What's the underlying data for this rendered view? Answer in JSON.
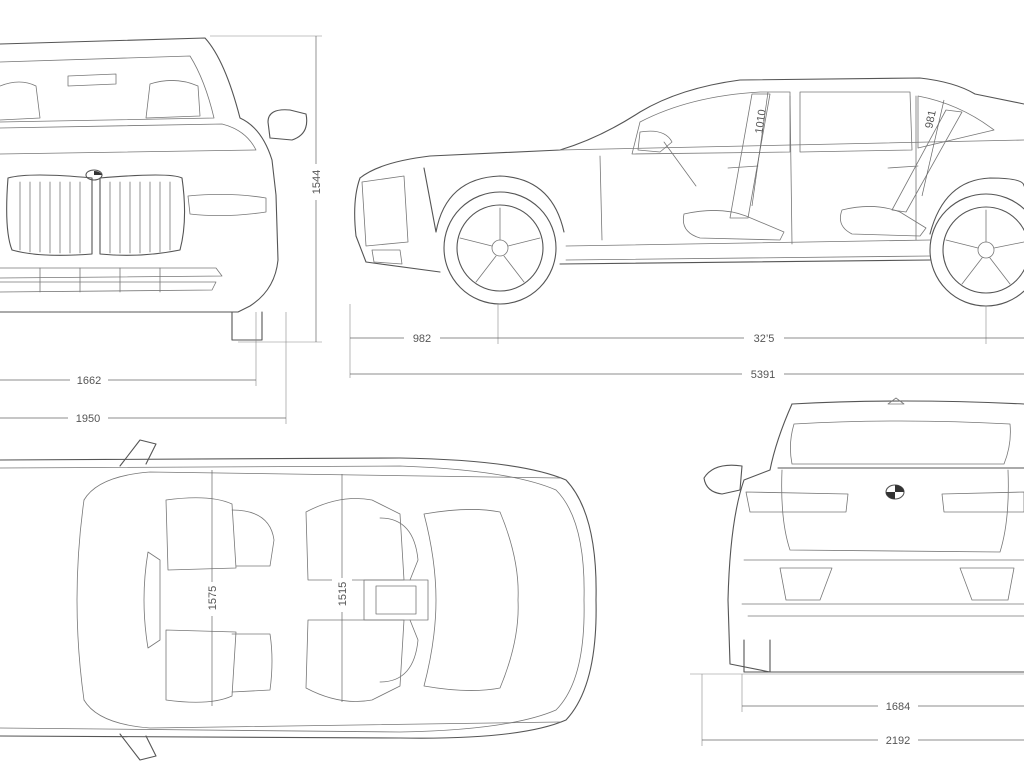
{
  "views": {
    "front": {
      "height_label": "1544",
      "track_label": "1662",
      "width_label": "1950"
    },
    "side": {
      "front_overhang_label": "982",
      "wheelbase_label": "32’5",
      "length_label": "5391",
      "front_headroom_label": "1010",
      "rear_headroom_label": "981"
    },
    "top": {
      "front_shoulder_label": "1575",
      "rear_shoulder_label": "1515"
    },
    "rear": {
      "track_label": "1684",
      "width_mirrors_label": "2192"
    }
  },
  "colors": {
    "line": "#555555",
    "background": "#ffffff"
  }
}
